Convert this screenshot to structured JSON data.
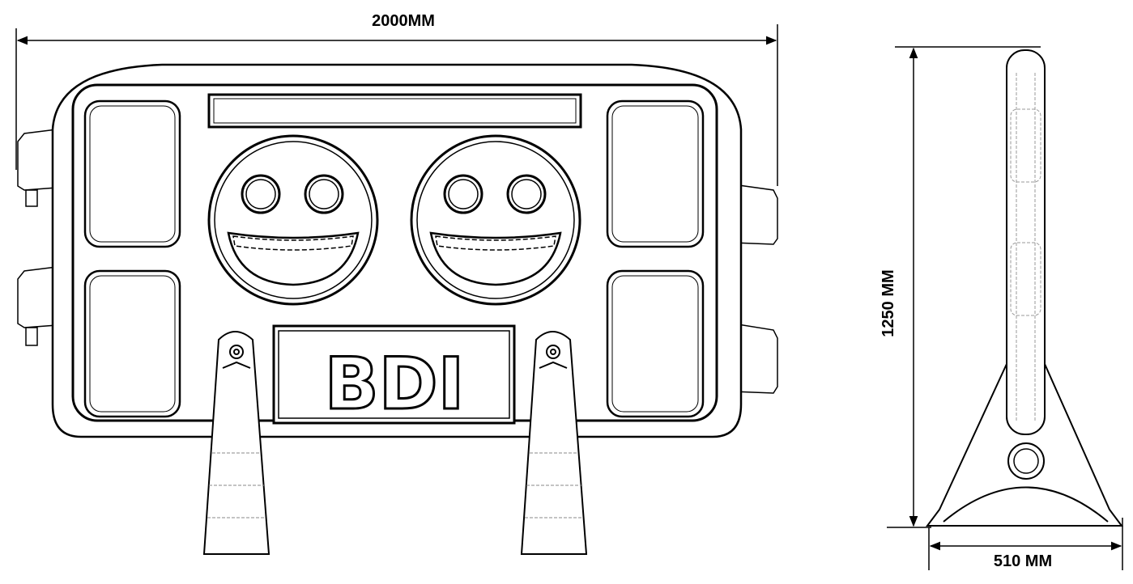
{
  "dimensions": {
    "width_label": "2000MM",
    "height_label": "1250 MM",
    "depth_label": "510 MM"
  },
  "front_view": {
    "logo_text": "BDI",
    "smiley_count": 2
  },
  "colors": {
    "line": "#000000",
    "background": "#ffffff",
    "hidden_line": "#888888"
  }
}
